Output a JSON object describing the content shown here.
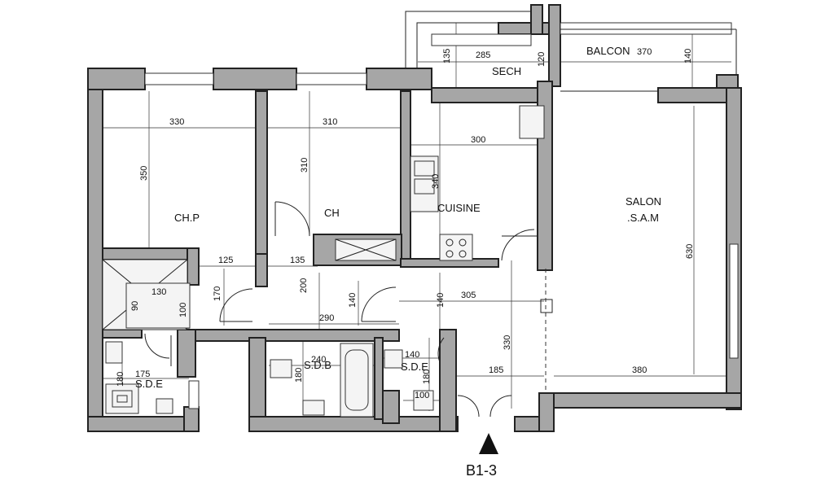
{
  "plan": {
    "rooms": {
      "chp": "CH.P",
      "ch": "CH",
      "cuisine": "CUISINE",
      "salon": "SALON",
      "sam": ".S.A.M",
      "sech": "SECH",
      "balcon": "BALCON",
      "sde_left": "S.D.E",
      "sdb": "S.D.B",
      "sde_right": "S.D.E"
    },
    "dimensions": {
      "chp_width": "330",
      "chp_depth": "350",
      "ch_width": "310",
      "ch_depth": "310",
      "cuisine_width": "300",
      "cuisine_depth": "340",
      "sech_depth": "135",
      "sech_width": "285",
      "sech_gap": "120",
      "balcon_width": "370",
      "balcon_depth": "140",
      "salon_depth": "630",
      "salon_width": "380",
      "hall_125": "125",
      "hall_135": "135",
      "hall_130": "130",
      "hall_90": "90",
      "hall_100": "100",
      "hall_170": "170",
      "hall_200": "200",
      "hall_140a": "140",
      "hall_290": "290",
      "hall_140b": "140",
      "hall_305": "305",
      "hall_330": "330",
      "hall_185": "185",
      "sde_left_175": "175",
      "sde_left_180": "180",
      "sdb_240": "240",
      "sdb_180": "180",
      "sde_right_140": "140",
      "sde_right_180": "180",
      "sde_right_100": "100"
    },
    "unit_label": "B1-3"
  }
}
